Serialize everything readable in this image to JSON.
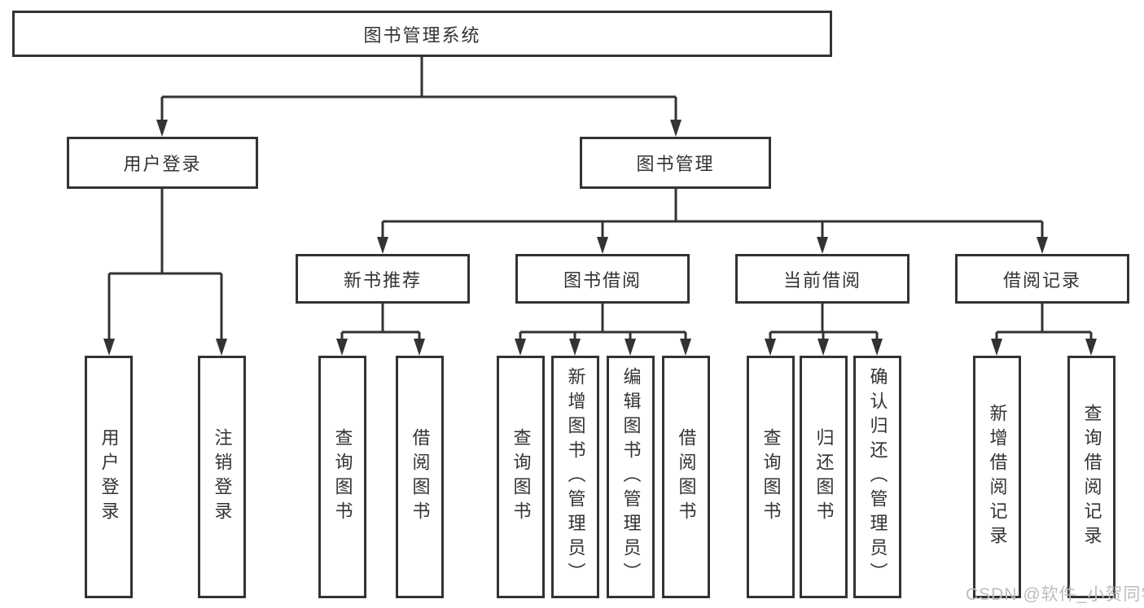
{
  "colors": {
    "line": "#333333",
    "box_border": "#333333",
    "text": "#333333",
    "background": "#ffffff",
    "watermark": "#bcbcbc"
  },
  "watermark": {
    "text": "CSDN @软件_小贺同学"
  },
  "tree": {
    "root": {
      "label": "图书管理系统",
      "children": [
        {
          "label": "用户登录",
          "children": [
            {
              "label": "用户登录"
            },
            {
              "label": "注销登录"
            }
          ]
        },
        {
          "label": "图书管理",
          "children": [
            {
              "label": "新书推荐",
              "children": [
                {
                  "label": "查询图书"
                },
                {
                  "label": "借阅图书"
                }
              ]
            },
            {
              "label": "图书借阅",
              "children": [
                {
                  "label": "查询图书"
                },
                {
                  "label": "新增图书（管理员）"
                },
                {
                  "label": "编辑图书（管理员）"
                },
                {
                  "label": "借阅图书"
                }
              ]
            },
            {
              "label": "当前借阅",
              "children": [
                {
                  "label": "查询图书"
                },
                {
                  "label": "归还图书"
                },
                {
                  "label": "确认归还（管理员）"
                }
              ]
            },
            {
              "label": "借阅记录",
              "children": [
                {
                  "label": "新增借阅记录"
                },
                {
                  "label": "查询借阅记录"
                }
              ]
            }
          ]
        }
      ]
    }
  }
}
